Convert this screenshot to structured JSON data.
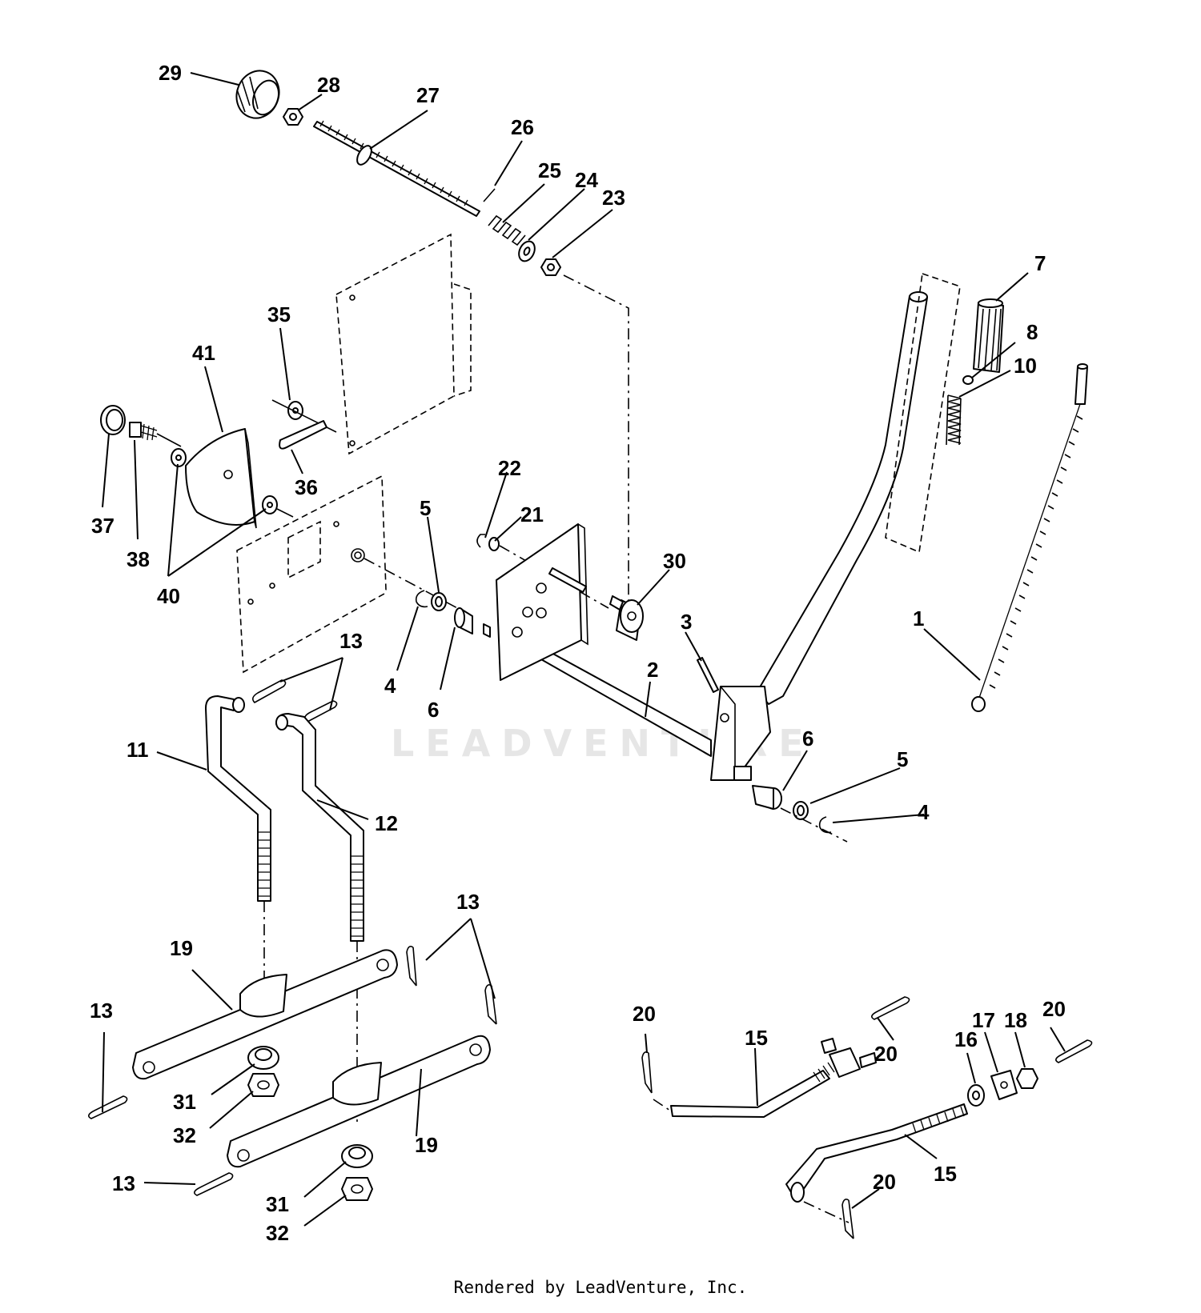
{
  "watermark": "LEADVENTURE",
  "footer": "Rendered by LeadVenture, Inc.",
  "callouts": [
    {
      "label": "29"
    },
    {
      "label": "28"
    },
    {
      "label": "27"
    },
    {
      "label": "26"
    },
    {
      "label": "25"
    },
    {
      "label": "24"
    },
    {
      "label": "23"
    },
    {
      "label": "7"
    },
    {
      "label": "8"
    },
    {
      "label": "10"
    },
    {
      "label": "35"
    },
    {
      "label": "41"
    },
    {
      "label": "36"
    },
    {
      "label": "37"
    },
    {
      "label": "38"
    },
    {
      "label": "40"
    },
    {
      "label": "22"
    },
    {
      "label": "21"
    },
    {
      "label": "5"
    },
    {
      "label": "30"
    },
    {
      "label": "3"
    },
    {
      "label": "1"
    },
    {
      "label": "13"
    },
    {
      "label": "4"
    },
    {
      "label": "6"
    },
    {
      "label": "2"
    },
    {
      "label": "11"
    },
    {
      "label": "12"
    },
    {
      "label": "6"
    },
    {
      "label": "5"
    },
    {
      "label": "4"
    },
    {
      "label": "13"
    },
    {
      "label": "19"
    },
    {
      "label": "13"
    },
    {
      "label": "31"
    },
    {
      "label": "32"
    },
    {
      "label": "19"
    },
    {
      "label": "13"
    },
    {
      "label": "31"
    },
    {
      "label": "32"
    },
    {
      "label": "20"
    },
    {
      "label": "15"
    },
    {
      "label": "20"
    },
    {
      "label": "16"
    },
    {
      "label": "17"
    },
    {
      "label": "18"
    },
    {
      "label": "20"
    },
    {
      "label": "20"
    },
    {
      "label": "15"
    }
  ]
}
